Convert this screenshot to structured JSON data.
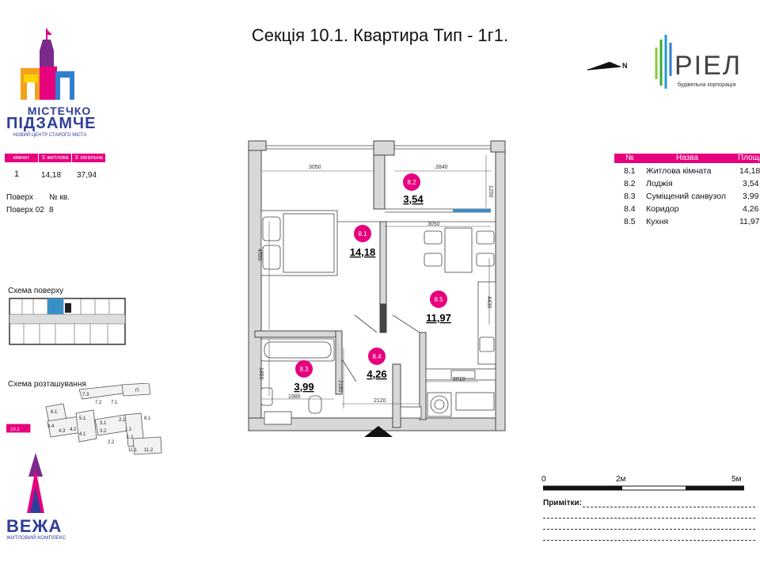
{
  "title": "Секція 10.1. Квартира Тип - 1г1.",
  "logo_top": {
    "line1": "МІСТЕЧКО",
    "line2": "ПІДЗАМЧЕ",
    "line3": "НОВИЙ ЦЕНТР СТАРОГО МІСТА"
  },
  "logo_bottom": {
    "name": "ВЕЖА",
    "sub": "ЖИТЛОВИЙ КОМПЛЕКС"
  },
  "developer": {
    "name": "РІЕЛ",
    "sub": "будівельна корпорація"
  },
  "north_label": "N",
  "apartment_info": {
    "headers": [
      "кімнат",
      "S житлова",
      "S загальна"
    ],
    "values": [
      "1",
      "14,18",
      "37,94"
    ],
    "floor_label": "Поверх",
    "apt_label": "№ кв.",
    "floor_value": "Поверх 02",
    "apt_value": "8"
  },
  "floor_scheme_label": "Схема поверху",
  "location_scheme_label": "Схема розташування",
  "location_scheme": {
    "current_section": "10.1",
    "sections": [
      "7.3",
      "7.2",
      "7.1",
      "П",
      "6.1",
      "5.1",
      "4.4",
      "4.3",
      "4.2",
      "4.1",
      "3.1",
      "3.2",
      "2.1",
      "2.2",
      "1.1",
      "1.2",
      "8.1",
      "11.1",
      "11.2"
    ]
  },
  "rooms_table": {
    "headers": [
      "№",
      "Назва",
      "Площа"
    ],
    "rows": [
      {
        "num": "8.1",
        "name": "Житлова кімната",
        "area": "14,18"
      },
      {
        "num": "8.2",
        "name": "Лоджія",
        "area": "3,54"
      },
      {
        "num": "8.3",
        "name": "Суміщений санвузол",
        "area": "3,99"
      },
      {
        "num": "8.4",
        "name": "Коридор",
        "area": "4,26"
      },
      {
        "num": "8.5",
        "name": "Кухня",
        "area": "11,97"
      }
    ]
  },
  "plan": {
    "rooms": [
      {
        "id": "8.1",
        "area": "14,18"
      },
      {
        "id": "8.2",
        "area": "3,54"
      },
      {
        "id": "8.3",
        "area": "3,99"
      },
      {
        "id": "8.4",
        "area": "4,26"
      },
      {
        "id": "8.5",
        "area": "11,97"
      }
    ],
    "dimensions": {
      "bedroom_width": "3050",
      "loggia_width": "2840",
      "loggia_depth": "1250",
      "bedroom_depth": "4550",
      "kitchen_width": "3050",
      "kitchen_depth": "4430",
      "bath_depth": "1850",
      "bath_width": "1980",
      "corridor_depth": "2180",
      "corridor_width": "2120",
      "kitchen_counter": "2010"
    }
  },
  "scale": {
    "zero": "0",
    "mid": "2м",
    "end": "5м"
  },
  "notes_label": "Примітки:",
  "colors": {
    "accent": "#e6007e",
    "brand_blue": "#2f3e9a",
    "wall": "#555555",
    "wall_fill": "#d8d8d8"
  }
}
